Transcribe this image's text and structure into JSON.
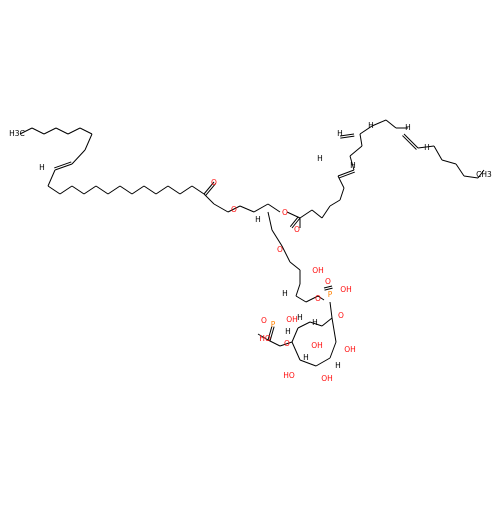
{
  "molecule": {
    "labels": {
      "ch3_left": "H3C",
      "h_left": "H",
      "ch3_right": "CH3",
      "o_ester1_carbonyl": "O",
      "o_ester1_link": "O",
      "o_ester2_link": "O",
      "o_ester2_carbonyl": "O",
      "o_ether": "O",
      "oh_glycerol": "OH",
      "o_phos1_link": "O",
      "p1": "P",
      "o_p1_double": "O",
      "oh_p1": "OH",
      "o_ring_top": "O",
      "h_ring_a": "H",
      "h_ring_b": "H",
      "p2": "P",
      "o_p2_double": "O",
      "oh_p2_top": "OH",
      "oh_p2_left": "HO",
      "o_ring_left": "O",
      "h_ring_c": "H",
      "oh_ring_right": "OH",
      "oh_ring_mid": "OH",
      "h_ring_d": "H",
      "h_ring_e": "H",
      "oh_ring_bl": "HO",
      "oh_ring_bottom": "OH",
      "h_db1": "H",
      "h_db2": "H",
      "h_db3": "H",
      "h_db4": "H",
      "h_db5": "H",
      "h_db6": "H",
      "h_stereo1": "H",
      "h_stereo2": "H"
    },
    "colors": {
      "bond": "#000000",
      "oxygen": "#ff0d0d",
      "phosphorus": "#ff8000",
      "carbon": "#000000"
    }
  }
}
